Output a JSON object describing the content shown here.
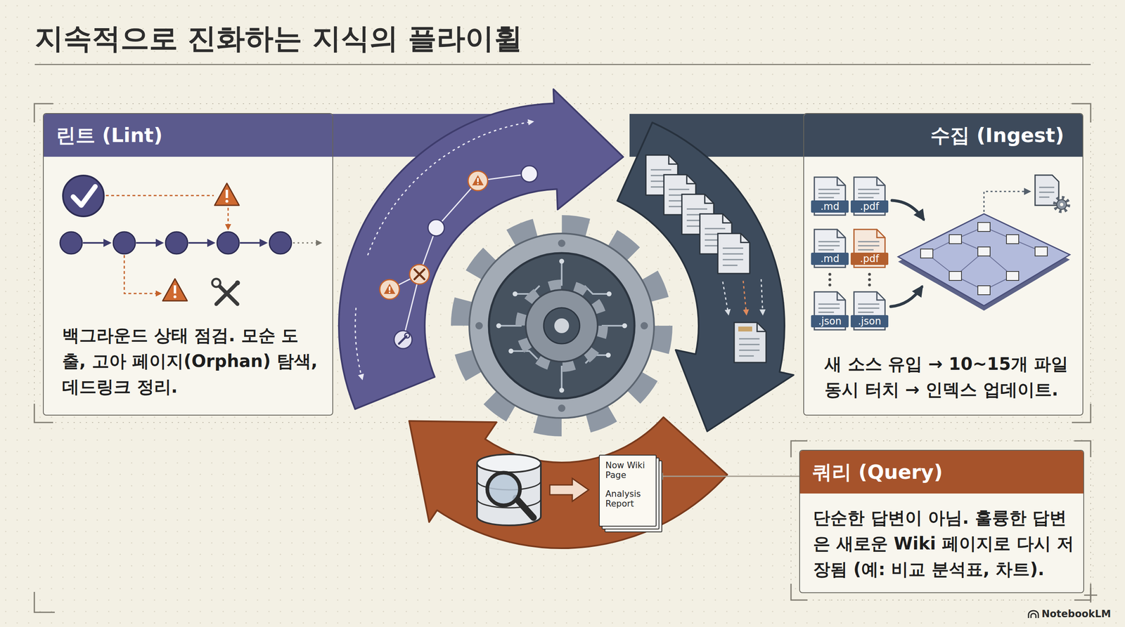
{
  "diagram": {
    "title": "지속적으로 진화하는 지식의 플라이휠",
    "nodes": [
      {
        "text": [
          "린트 (Lint)",
          "백그라운드 상태 점검. 모순 도출, 고아 페이지(Orphan) 탐색, 데드링크 정리."
        ]
      },
      {
        "text": [
          "수집 (Ingest)",
          "새 소스 유입 → 10~15개 파일 동시 터치 → 인덱스 업데이트."
        ]
      },
      {
        "text": [
          ".md"
        ],
        "in": 1
      },
      {
        "text": [
          ".pdf"
        ],
        "in": 1
      },
      {
        "text": [
          ".md"
        ],
        "in": 1
      },
      {
        "text": [
          ".pdf"
        ],
        "in": 1
      },
      {
        "text": [
          ".json"
        ],
        "in": 1
      },
      {
        "text": [
          ".json"
        ],
        "in": 1
      },
      {
        "text": [
          "Now Wiki Page",
          "Analysis Report"
        ]
      },
      {
        "text": [
          "쿼리 (Query)",
          "단순한 답변이 아님. 훌륭한 답변은 새로운 Wiki 페이지로 다시 저장됨 (예: 비교 분석표, 차트)."
        ]
      }
    ],
    "edges": [
      {
        "from": 9,
        "to": 8,
        "arrow": "to"
      }
    ],
    "labels": [
      "NotebookLM"
    ]
  }
}
